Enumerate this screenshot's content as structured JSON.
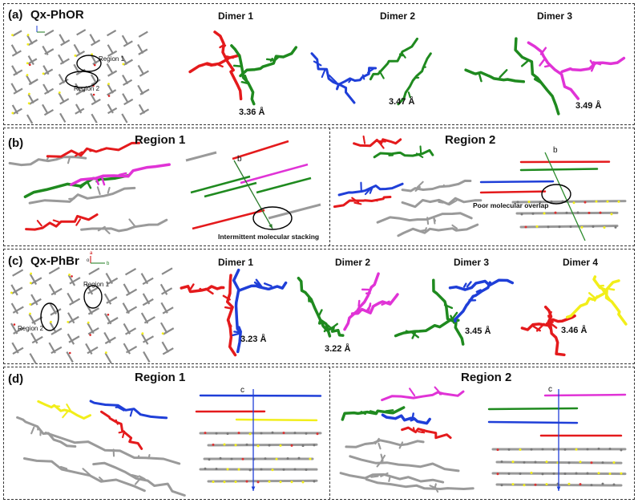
{
  "panel_a": {
    "label": "(a)",
    "title": "Qx-PhOR",
    "dimers": [
      "Dimer 1",
      "Dimer 2",
      "Dimer 3"
    ],
    "distances": [
      "3.36 Å",
      "3.47 Å",
      "3.49 Å"
    ],
    "region_tags": [
      "Region 1",
      "Region 2"
    ]
  },
  "panel_b": {
    "label": "(b)",
    "regions": [
      "Region 1",
      "Region 2"
    ],
    "axis": "b",
    "axis2": "b",
    "annotations": [
      "Intermittent molecular stacking",
      "Poor molecular overlap"
    ]
  },
  "panel_c": {
    "label": "(c)",
    "title": "Qx-PhBr",
    "axis_a": "a",
    "axis_o": "o",
    "axis_b": "b",
    "dimers": [
      "Dimer 1",
      "Dimer 2",
      "Dimer 3",
      "Dimer 4"
    ],
    "distances": [
      "3.23 Å",
      "3.22 Å",
      "3.45 Å",
      "3.46 Å"
    ],
    "region_tags": [
      "Region 1",
      "Region 2"
    ]
  },
  "panel_d": {
    "label": "(d)",
    "regions": [
      "Region 1",
      "Region 2"
    ],
    "axis": "c",
    "axis2": "c"
  },
  "colors": {
    "red": "#e41a1c",
    "green": "#1f8a1f",
    "blue": "#1f3fd8",
    "magenta": "#e033d6",
    "yellow": "#f2ee1a",
    "gray": "#9a9a9a"
  }
}
